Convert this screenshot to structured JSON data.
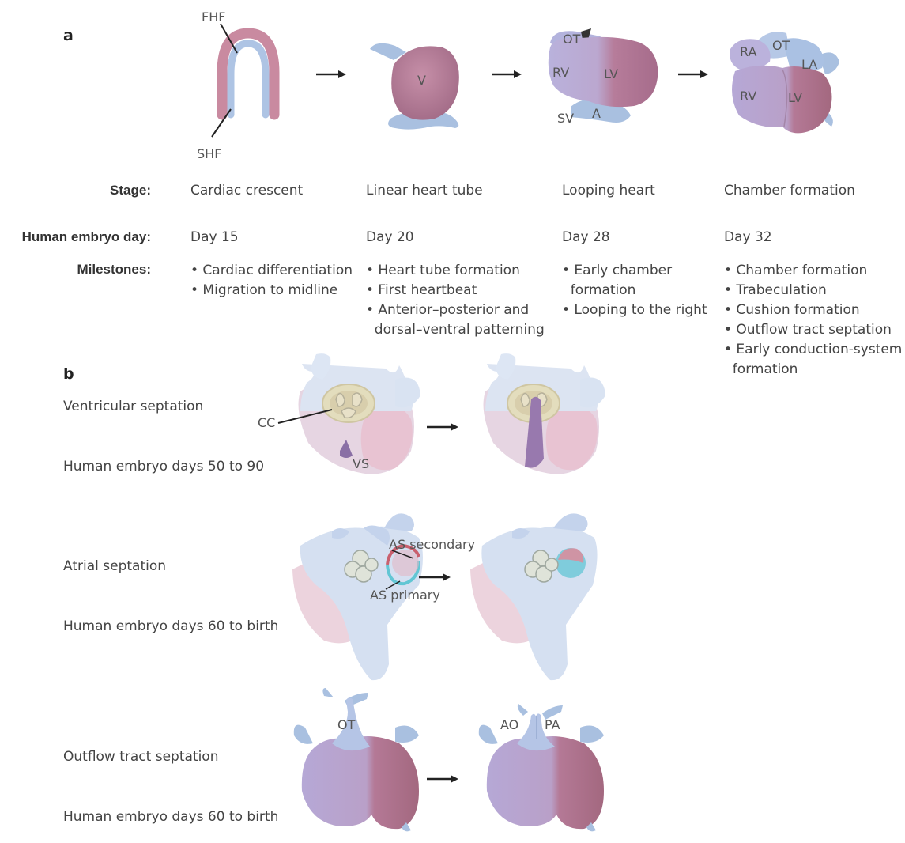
{
  "panel_a": {
    "letter": "a",
    "illustration_labels": {
      "crescent": [
        "FHF",
        "SHF"
      ],
      "tube": [
        "V"
      ],
      "looping": [
        "OT",
        "RV",
        "LV",
        "SV",
        "A"
      ],
      "chamber": [
        "RA",
        "OT",
        "LA",
        "RV",
        "LV"
      ]
    },
    "row_labels": {
      "stage": "Stage:",
      "day": "Human embryo day:",
      "milestones": "Milestones:"
    },
    "columns": [
      {
        "stage": "Cardiac crescent",
        "day": "Day 15",
        "milestones": [
          "• Cardiac differentiation",
          "• Migration to midline"
        ]
      },
      {
        "stage": "Linear heart tube",
        "day": "Day 20",
        "milestones": [
          "• Heart tube formation",
          "• First heartbeat",
          "• Anterior–posterior and",
          "  dorsal–ventral patterning"
        ]
      },
      {
        "stage": "Looping heart",
        "day": "Day 28",
        "milestones": [
          "• Early chamber",
          "  formation",
          "• Looping to the right"
        ]
      },
      {
        "stage": "Chamber formation",
        "day": "Day 32",
        "milestones": [
          "• Chamber formation",
          "• Trabeculation",
          "• Cushion formation",
          "• Outflow tract septation",
          "• Early conduction-system",
          "  formation"
        ]
      }
    ]
  },
  "panel_b": {
    "letter": "b",
    "rows": [
      {
        "title": "Ventricular septation",
        "days": "Human embryo days 50 to 90",
        "labels": [
          "CC",
          "VS"
        ]
      },
      {
        "title": "Atrial septation",
        "days": "Human embryo days 60 to birth",
        "labels": [
          "AS secondary",
          "AS primary"
        ]
      },
      {
        "title": "Outflow tract septation",
        "days": "Human embryo days 60 to birth",
        "labels": [
          "OT",
          "AO",
          "PA"
        ]
      }
    ]
  },
  "colors": {
    "fhf_pink": "#c98aa0",
    "shf_blue": "#a9c0e0",
    "ventricle_mauve": "#b07a96",
    "lilac": "#b4a6d2",
    "light_blue": "#c4d3ec",
    "cushion_tan": "#cfc6a2",
    "septum_purple": "#8a6fa5",
    "as_cyan": "#62c6d4",
    "as_red": "#c9606e"
  }
}
